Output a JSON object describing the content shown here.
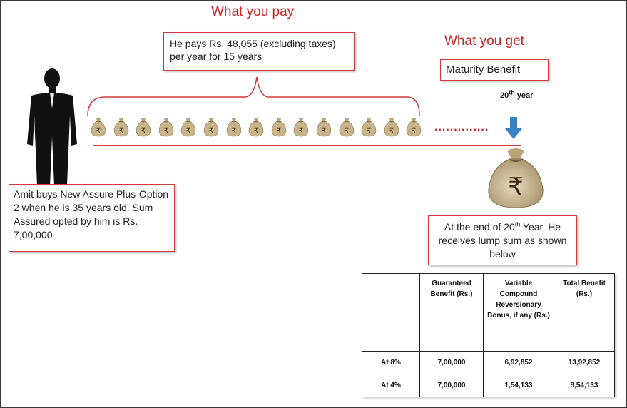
{
  "headings": {
    "what_you_pay": "What you pay",
    "what_you_get": "What you get"
  },
  "payment_box": "He pays Rs. 48,055 (excluding taxes) per year for 15 years",
  "maturity_box": "Maturity Benefit",
  "year_label": {
    "number": "20",
    "suffix": "th",
    "word": "year"
  },
  "dots": "..............",
  "amit_box": "Amit buys New Assure Plus-Option 2 when he is 35 years old. Sum Assured opted by him is  Rs. 7,00,000",
  "receive_box": {
    "part1": "At the end of 20",
    "sup": "th",
    "part2": " Year, He receives lump sum as shown below"
  },
  "money_bag_count": 15,
  "icons": {
    "bag": "money-bag-icon",
    "rupee": "rupee-icon",
    "person": "businessman-icon",
    "arrow": "down-arrow-icon"
  },
  "colors": {
    "red": "#cc1f1f",
    "arrow_blue": "#3b7fc4",
    "bag_tan": "#c9b48a"
  },
  "table": {
    "headers": [
      "",
      "Guaranteed Benefit (Rs.)",
      "Variable Compound Reversionary Bonus, if any (Rs.)",
      "Total Benefit (Rs.)"
    ],
    "rows": [
      [
        "At 8%",
        "7,00,000",
        "6,92,852",
        "13,92,852"
      ],
      [
        "At 4%",
        "7,00,000",
        "1,54,133",
        "8,54,133"
      ]
    ]
  }
}
